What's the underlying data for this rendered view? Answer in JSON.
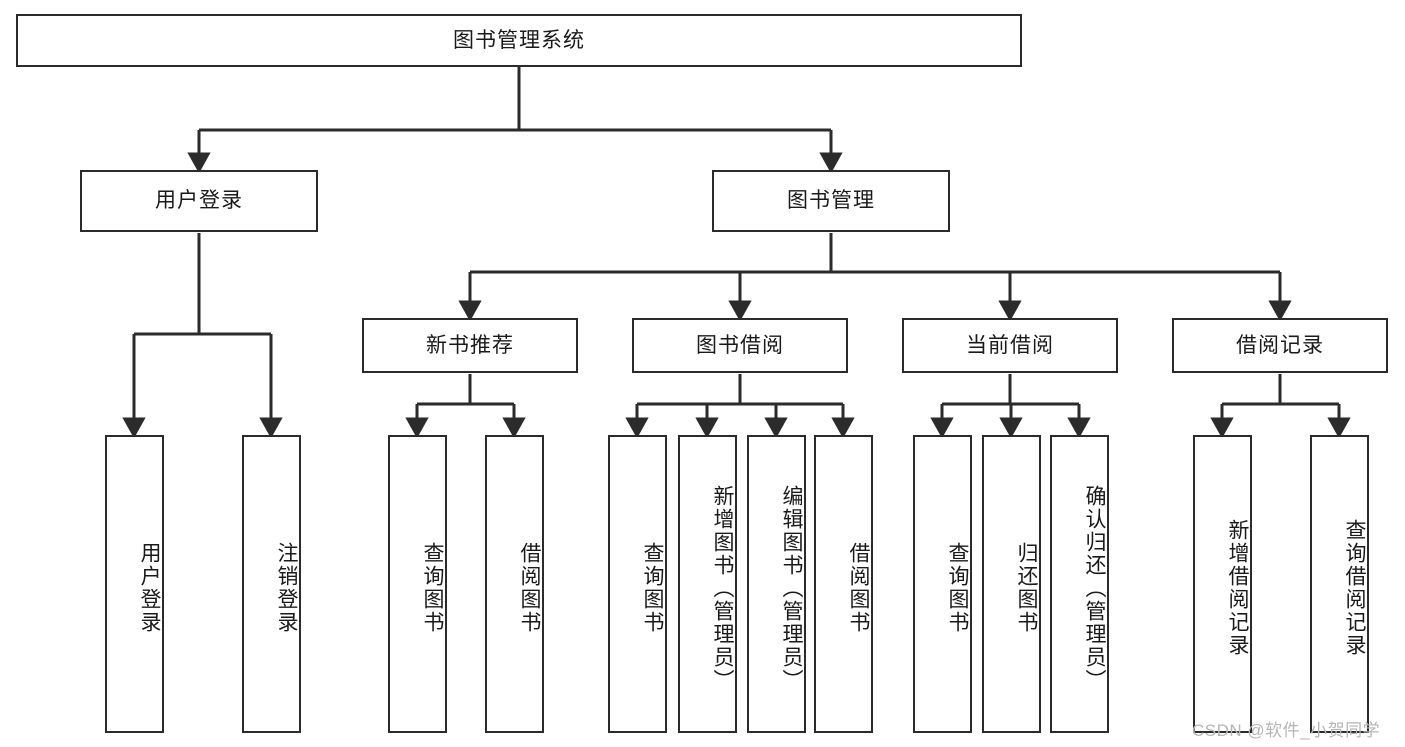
{
  "diagram": {
    "title": "图书管理系统",
    "type": "functional-structure-tree",
    "colors": {
      "node_border": "#2b2b2b",
      "node_fill": "#ffffff",
      "edge": "#2b2b2b",
      "text": "#1a1a1a",
      "watermark": "#b6b6b6",
      "background": "#ffffff"
    },
    "nodes": {
      "root": {
        "label": "图书管理系统",
        "level": 0
      },
      "level1": [
        {
          "id": "user-login",
          "label": "用户登录"
        },
        {
          "id": "book-management",
          "label": "图书管理"
        }
      ],
      "level2": [
        {
          "id": "new-book-recommend",
          "label": "新书推荐",
          "parent": "book-management"
        },
        {
          "id": "book-borrow",
          "label": "图书借阅",
          "parent": "book-management"
        },
        {
          "id": "current-borrow",
          "label": "当前借阅",
          "parent": "book-management"
        },
        {
          "id": "borrow-record",
          "label": "借阅记录",
          "parent": "book-management"
        }
      ],
      "leaves": {
        "user-login": [
          {
            "id": "leaf-user-login",
            "label": "用户登录"
          },
          {
            "id": "leaf-user-logout",
            "label": "注销登录"
          }
        ],
        "new-book-recommend": [
          {
            "id": "leaf-query-book-1",
            "label": "查询图书"
          },
          {
            "id": "leaf-borrow-book-1",
            "label": "借阅图书"
          }
        ],
        "book-borrow": [
          {
            "id": "leaf-query-book-2",
            "label": "查询图书"
          },
          {
            "id": "leaf-add-book",
            "label": "新增图书（管理员）"
          },
          {
            "id": "leaf-edit-book",
            "label": "编辑图书（管理员）"
          },
          {
            "id": "leaf-borrow-book-2",
            "label": "借阅图书"
          }
        ],
        "current-borrow": [
          {
            "id": "leaf-query-book-3",
            "label": "查询图书"
          },
          {
            "id": "leaf-return-book",
            "label": "归还图书"
          },
          {
            "id": "leaf-confirm-return",
            "label": "确认归还（管理员）"
          }
        ],
        "borrow-record": [
          {
            "id": "leaf-add-borrow-record",
            "label": "新增借阅记录"
          },
          {
            "id": "leaf-query-borrow-record",
            "label": "查询借阅记录"
          }
        ]
      }
    },
    "watermark": "CSDN @软件_小贺同学"
  }
}
